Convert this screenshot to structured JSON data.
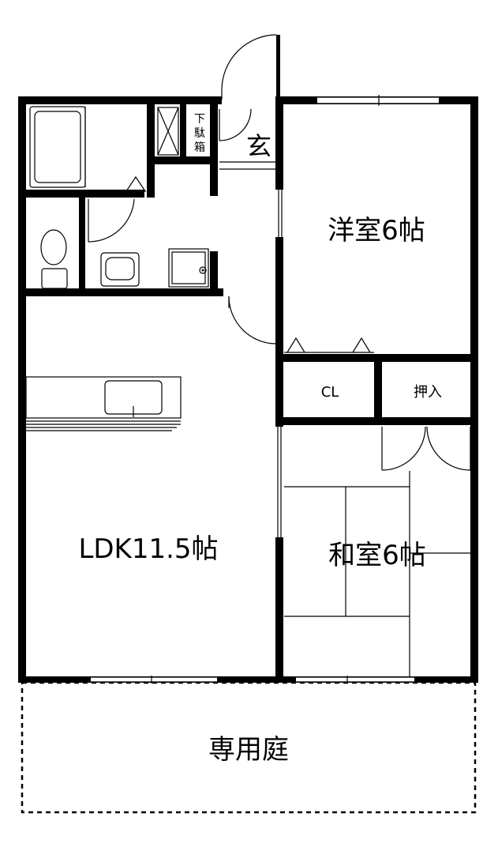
{
  "labels": {
    "genkan": "玄",
    "shoe_box": [
      "下",
      "駄",
      "箱"
    ],
    "western_room": "洋室6帖",
    "closet": "CL",
    "oshiire": "押入",
    "ldk": "LDK11.5帖",
    "japanese_room": "和室6帖",
    "garden": "専用庭"
  }
}
